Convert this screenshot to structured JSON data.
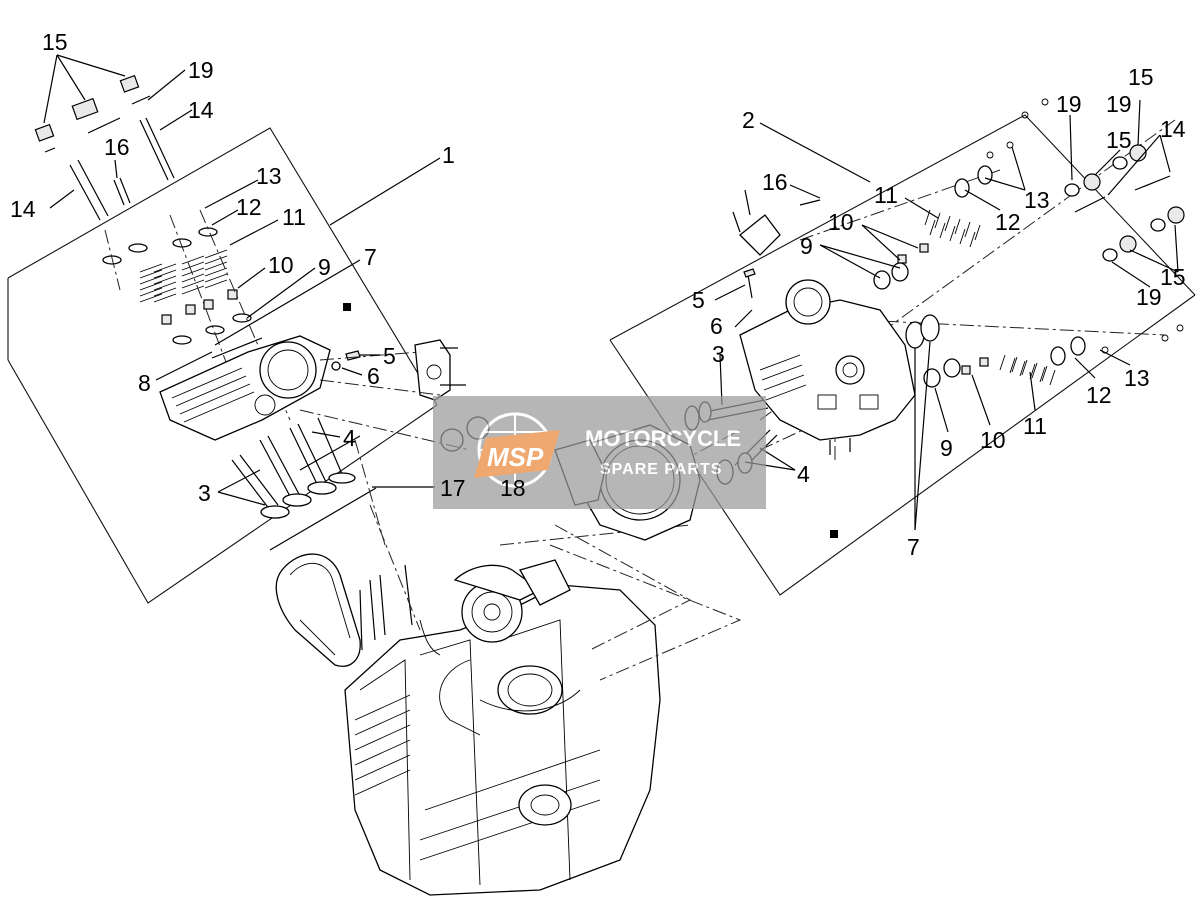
{
  "diagram": {
    "left_labels": [
      "15",
      "19",
      "14",
      "16",
      "14",
      "13",
      "12",
      "11",
      "1",
      "10",
      "9",
      "7",
      "5",
      "6",
      "8",
      "4",
      "3",
      "17",
      "18"
    ],
    "right_labels": [
      "2",
      "19",
      "15",
      "19",
      "15",
      "14",
      "16",
      "11",
      "13",
      "10",
      "12",
      "9",
      "15",
      "19",
      "5",
      "6",
      "3",
      "4",
      "9",
      "10",
      "11",
      "12",
      "13",
      "7"
    ],
    "labels": {
      "l15": "15",
      "l19": "19",
      "l14a": "14",
      "l16": "16",
      "l14b": "14",
      "l13": "13",
      "l12": "12",
      "l11": "11",
      "l1": "1",
      "l10": "10",
      "l9": "9",
      "l7": "7",
      "l5": "5",
      "l6": "6",
      "l8": "8",
      "l4": "4",
      "l3": "3",
      "l17": "17",
      "l18": "18",
      "r2": "2",
      "r19a": "19",
      "r19b": "19",
      "r15a": "15",
      "r15b": "15",
      "r14": "14",
      "r16": "16",
      "r11a": "11",
      "r13a": "13",
      "r10a": "10",
      "r12a": "12",
      "r9a": "9",
      "r15c": "15",
      "r19c": "19",
      "r5": "5",
      "r6": "6",
      "r3": "3",
      "r4": "4",
      "r9b": "9",
      "r10b": "10",
      "r11b": "11",
      "r12b": "12",
      "r13b": "13",
      "r7": "7"
    },
    "watermark": {
      "logo": "MSP",
      "line1": "MOTORCYCLE",
      "line2": "SPARE PARTS"
    }
  },
  "colors": {
    "ink": "#000000",
    "background": "#ffffff",
    "watermark_box": "#9a9a9a",
    "watermark_logo": "#e8873a"
  }
}
